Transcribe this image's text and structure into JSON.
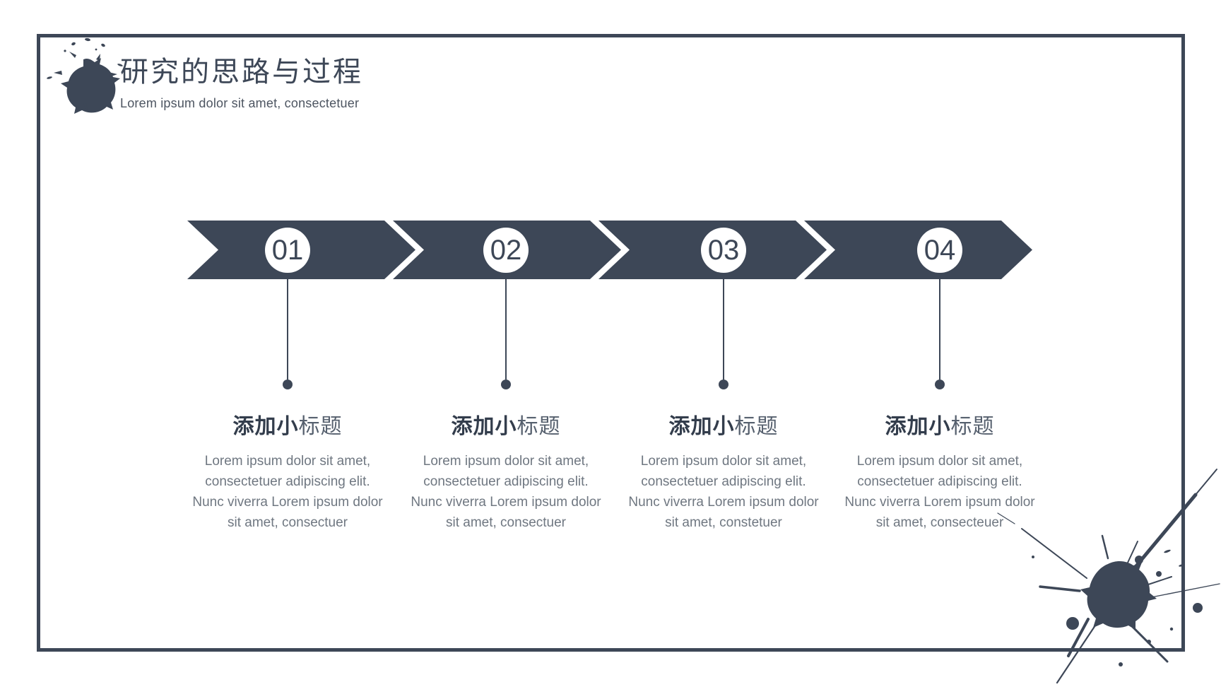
{
  "slide": {
    "title": "研究的思路与过程",
    "subtitle": "Lorem ipsum dolor sit amet, consectetuer"
  },
  "colors": {
    "accent": "#3d4757",
    "heading_strong": "#333d4c",
    "heading_light": "#56606e",
    "body_text": "#6f7781",
    "subtitle_text": "#4d5561",
    "paper": "#ffffff"
  },
  "decorations": {
    "top_left_icon": "ink-blot-icon",
    "bottom_right_icon": "ink-splatter-icon"
  },
  "steps": [
    {
      "number": "01",
      "heading_strong": "添加小",
      "heading_light": "标题",
      "body": "Lorem ipsum dolor sit amet,\nconsectetuer adipiscing elit.\nNunc viverra Lorem ipsum dolor\nsit amet, consectuer"
    },
    {
      "number": "02",
      "heading_strong": "添加小",
      "heading_light": "标题",
      "body": "Lorem ipsum dolor sit amet,\nconsectetuer adipiscing elit.\nNunc viverra Lorem ipsum dolor\nsit amet, consectuer"
    },
    {
      "number": "03",
      "heading_strong": "添加小",
      "heading_light": "标题",
      "body": "Lorem ipsum dolor sit amet,\nconsectetuer adipiscing elit.\nNunc viverra Lorem ipsum dolor\nsit amet, constetuer"
    },
    {
      "number": "04",
      "heading_strong": "添加小",
      "heading_light": "标题",
      "body": "Lorem ipsum dolor sit amet,\nconsectetuer adipiscing elit.\nNunc viverra Lorem ipsum dolor\nsit amet, consecteuer"
    }
  ]
}
